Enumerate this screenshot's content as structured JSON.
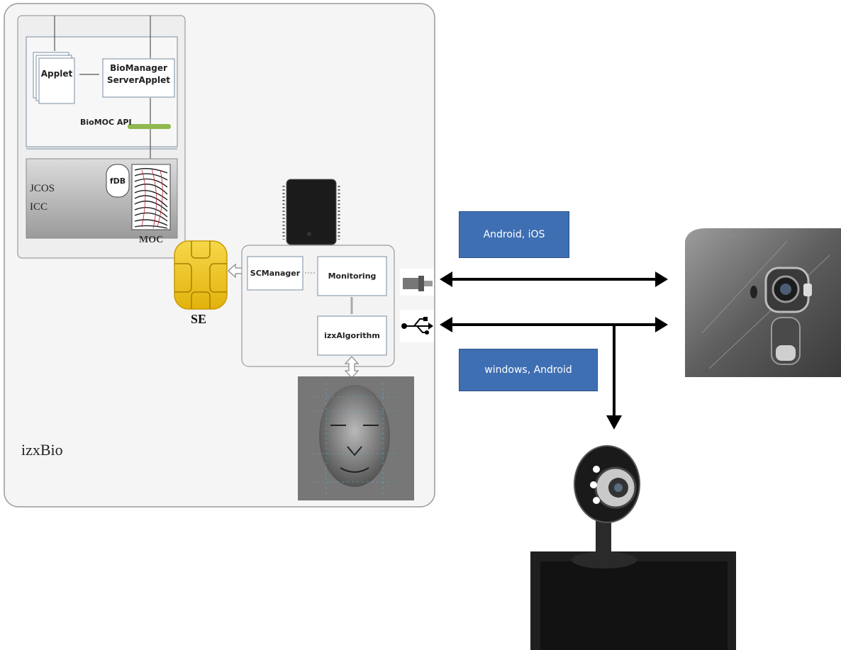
{
  "outer_panel": {
    "label": "izxBio"
  },
  "smartcard": {
    "applet": "Applet",
    "server_applet_line1": "BioManager",
    "server_applet_line2": "ServerApplet",
    "api": "BioMOC API",
    "jcos": "JCOS",
    "icc": "ICC",
    "fdb": "fDB",
    "moc": "MOC"
  },
  "se_label": "SE",
  "module": {
    "scmanager": "SCManager",
    "monitoring": "Monitoring",
    "algorithm": "izxAlgorithm"
  },
  "platforms": {
    "phone": "Android, iOS",
    "webcam": "windows,  Android"
  },
  "icons": [
    "lightning-connector-icon",
    "usb-icon"
  ],
  "colors": {
    "platform_box": "#3f6fb3",
    "api_bar": "#8fb84f",
    "chip_gold": "#f0c419",
    "panel_bg": "#f5f5f5"
  }
}
